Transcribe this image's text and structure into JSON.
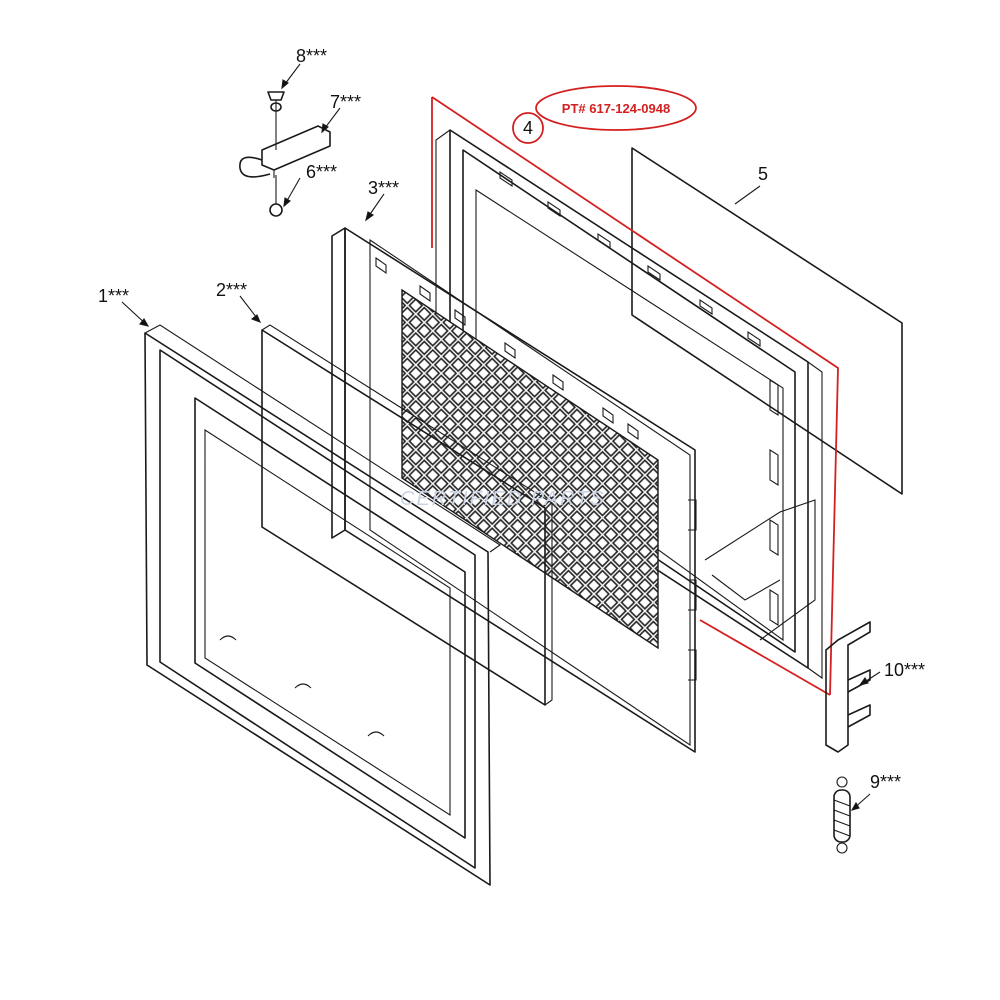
{
  "diagram": {
    "part_number_callout": "PT# 617-124-0948",
    "highlight_callout": "4",
    "watermark": "CERTIFIED PARTS",
    "labels": {
      "p1": "1***",
      "p2": "2***",
      "p3": "3***",
      "p5": "5",
      "p6": "6***",
      "p7": "7***",
      "p8": "8***",
      "p9": "9***",
      "p10": "10***"
    }
  },
  "colors": {
    "line": "#1a1a1a",
    "highlight": "#d42020",
    "watermark": "#c9d3e6"
  }
}
